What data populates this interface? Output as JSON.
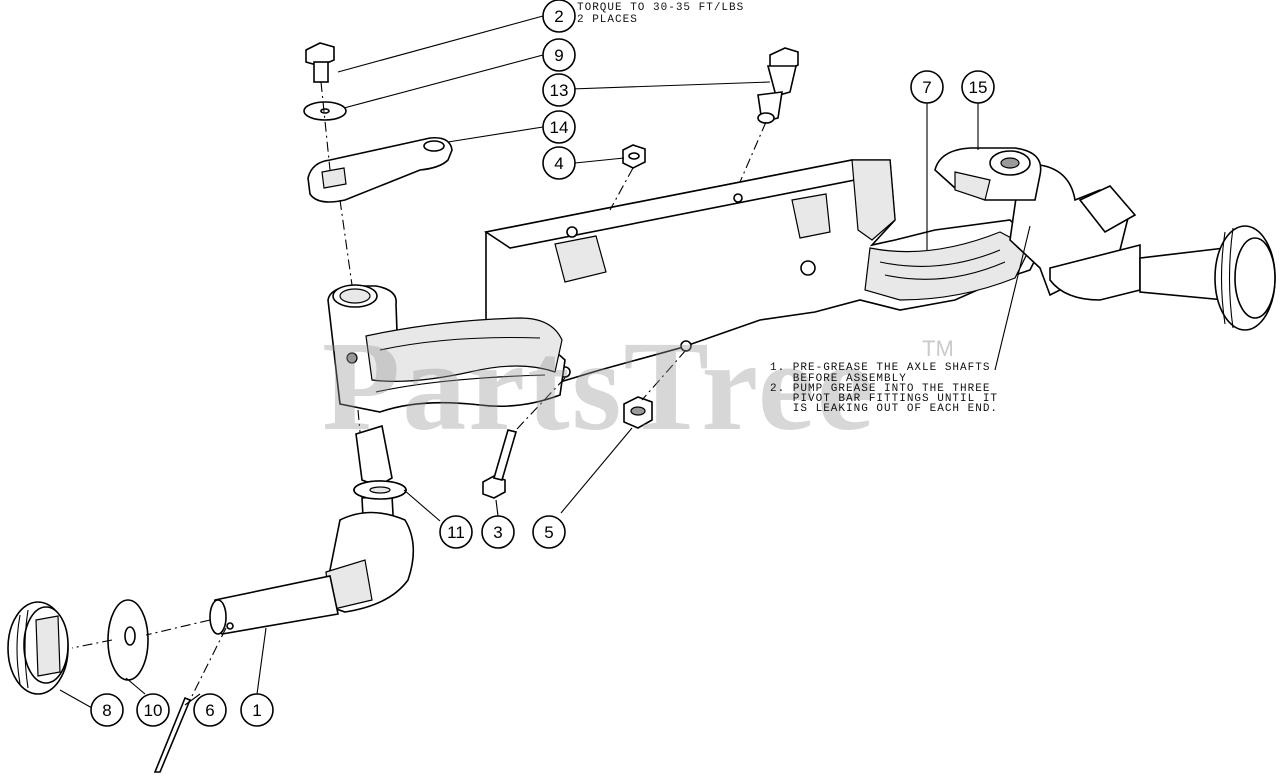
{
  "notes": {
    "torque_line1": "TORQUE TO 30-35 FT/LBS",
    "torque_line2": "2 PLACES",
    "instruction_line1": "1. PRE-GREASE THE AXLE SHAFTS",
    "instruction_line2": "   BEFORE ASSEMBLY",
    "instruction_line3": "2. PUMP GREASE INTO THE THREE",
    "instruction_line4": "   PIVOT BAR FITTINGS UNTIL IT",
    "instruction_line5": "   IS LEAKING OUT OF EACH END."
  },
  "watermark": {
    "text": "PartsTree",
    "trademark": "TM"
  },
  "callouts": [
    {
      "label": "2"
    },
    {
      "label": "9"
    },
    {
      "label": "13"
    },
    {
      "label": "14"
    },
    {
      "label": "4"
    },
    {
      "label": "7"
    },
    {
      "label": "15"
    },
    {
      "label": "11"
    },
    {
      "label": "3"
    },
    {
      "label": "5"
    },
    {
      "label": "8"
    },
    {
      "label": "10"
    },
    {
      "label": "6"
    },
    {
      "label": "1"
    }
  ]
}
